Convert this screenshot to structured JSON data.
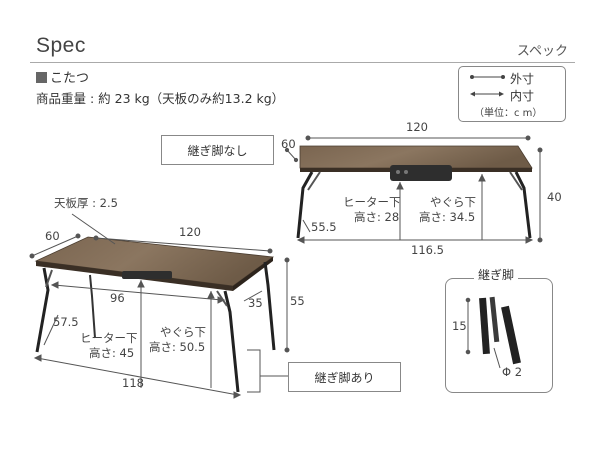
{
  "header": {
    "title": "Spec",
    "title_jp": "スペック"
  },
  "product": {
    "name": "こたつ",
    "weight_text": "商品重量 : 約 23 kg（天板のみ約13.2 kg）"
  },
  "legend": {
    "outer_label": "外寸",
    "inner_label": "内寸",
    "unit_note": "（単位：c m）"
  },
  "tags": {
    "without_extension": "継ぎ脚なし",
    "with_extension": "継ぎ脚あり",
    "extension_legs": "継ぎ脚"
  },
  "top_view": {
    "width": "120",
    "depth": "60",
    "height": "40",
    "inner_width": "116.5",
    "inner_depth": "55.5",
    "heater_label": "ヒーター下",
    "heater_value": "高さ: 28",
    "yagura_label": "やぐら下",
    "yagura_value": "高さ: 34.5"
  },
  "bottom_view": {
    "thickness": "天板厚 : 2.5",
    "width": "120",
    "depth": "60",
    "height": "55",
    "inner_width": "96",
    "inner_depth_left": "57.5",
    "inner_depth_right": "35",
    "base_width": "118",
    "heater_label": "ヒーター下",
    "heater_value": "高さ: 45",
    "yagura_label": "やぐら下",
    "yagura_value": "高さ: 50.5"
  },
  "extension": {
    "length": "15",
    "diameter": "Φ 2"
  }
}
